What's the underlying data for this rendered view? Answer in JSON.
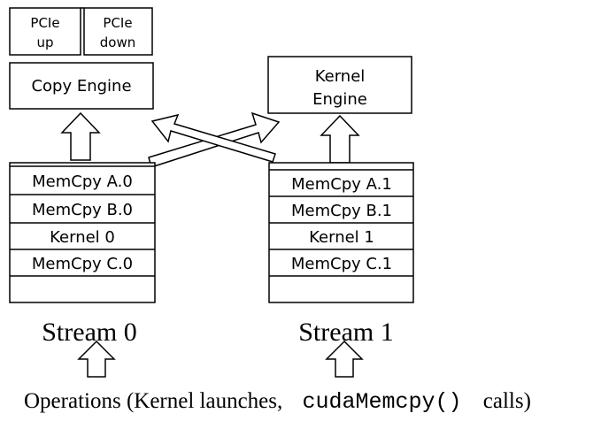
{
  "pcie": {
    "up_line1": "PCIe",
    "up_line2": "up",
    "down_line1": "PCIe",
    "down_line2": "down"
  },
  "copy_engine": {
    "label": "Copy Engine"
  },
  "kernel_engine": {
    "line1": "Kernel",
    "line2": "Engine"
  },
  "stream0": {
    "title": "Stream 0",
    "rows": [
      "MemCpy A.0",
      "MemCpy B.0",
      "Kernel 0",
      "MemCpy C.0"
    ]
  },
  "stream1": {
    "title": "Stream 1",
    "rows": [
      "MemCpy A.1",
      "MemCpy B.1",
      "Kernel 1",
      "MemCpy C.1"
    ]
  },
  "caption": {
    "prefix": "Operations (Kernel launches,",
    "code": "cudaMemcpy()",
    "suffix": "calls)"
  }
}
